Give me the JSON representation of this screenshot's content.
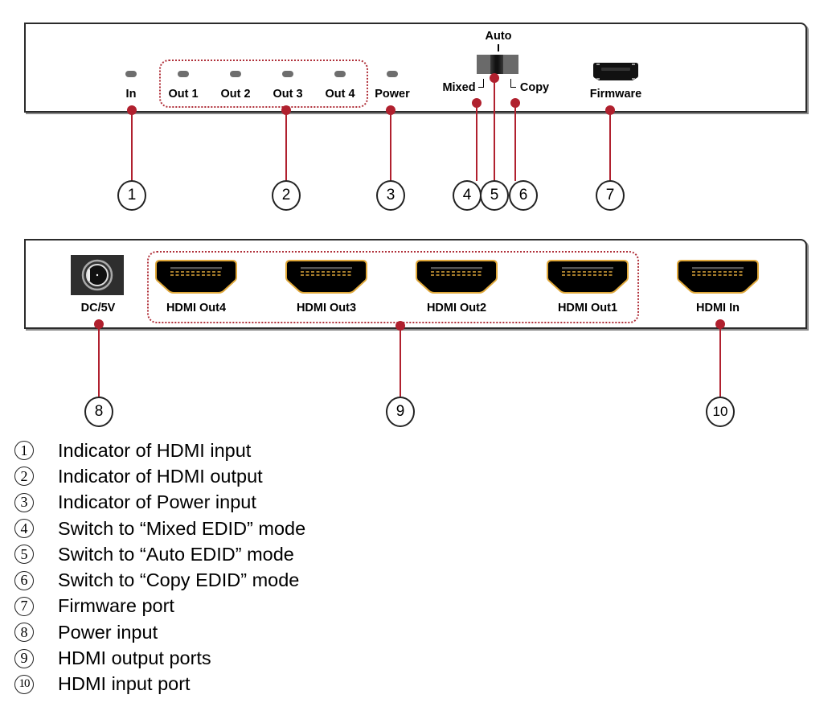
{
  "front_panel": {
    "indicators": [
      {
        "label": "In"
      },
      {
        "label": "Out 1"
      },
      {
        "label": "Out 2"
      },
      {
        "label": "Out 3"
      },
      {
        "label": "Out 4"
      },
      {
        "label": "Power"
      }
    ],
    "edid_switch": {
      "label_auto": "Auto",
      "label_mixed": "Mixed",
      "label_copy": "Copy",
      "position": "Auto"
    },
    "firmware_label": "Firmware"
  },
  "rear_panel": {
    "dc_label": "DC/5V",
    "ports": [
      {
        "label": "HDMI Out4"
      },
      {
        "label": "HDMI Out3"
      },
      {
        "label": "HDMI Out2"
      },
      {
        "label": "HDMI Out1"
      },
      {
        "label": "HDMI In"
      }
    ]
  },
  "callouts": [
    "1",
    "2",
    "3",
    "4",
    "5",
    "6",
    "7",
    "8",
    "9",
    "10"
  ],
  "legend": [
    {
      "num": "1",
      "text": "Indicator of HDMI input"
    },
    {
      "num": "2",
      "text": "Indicator of HDMI output"
    },
    {
      "num": "3",
      "text": "Indicator of Power input"
    },
    {
      "num": "4",
      "text": "Switch to “Mixed EDID” mode"
    },
    {
      "num": "5",
      "text": "Switch to “Auto EDID” mode"
    },
    {
      "num": "6",
      "text": "Switch to “Copy EDID” mode"
    },
    {
      "num": "7",
      "text": "Firmware port"
    },
    {
      "num": "8",
      "text": "Power input"
    },
    {
      "num": "9",
      "text": "HDMI output ports"
    },
    {
      "num": "10",
      "text": "HDMI input port"
    }
  ],
  "colors": {
    "callout": "#b0202e",
    "led": "#6e6e6e",
    "hdmi_body": "#000000",
    "hdmi_rim": "#e0a83a"
  }
}
